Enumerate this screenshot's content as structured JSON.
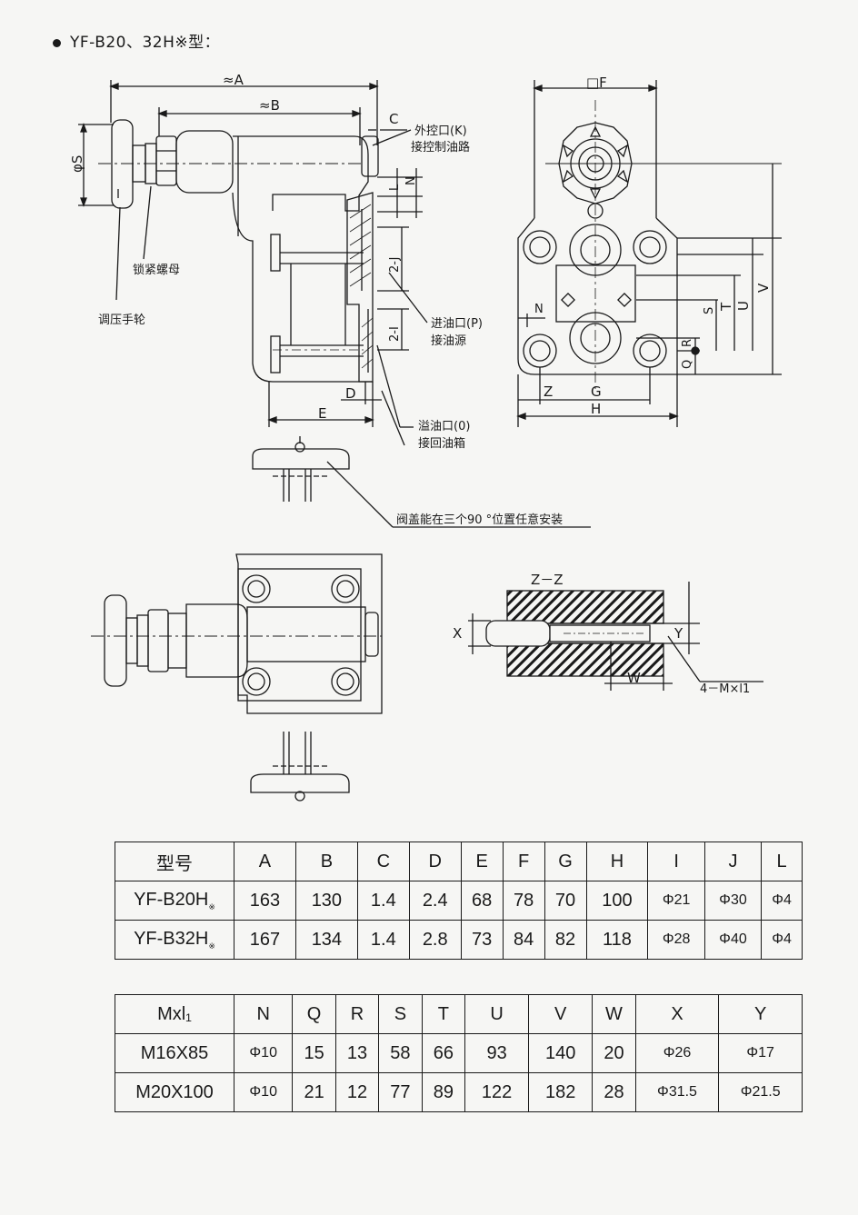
{
  "title": "YF-B20、32H※型：",
  "labels": {
    "A": "≈A",
    "B": "≈B",
    "C": "C",
    "phiS": "φS",
    "external_port": "外控口(K)",
    "external_port_sub": "接控制油路",
    "lock_nut": "锁紧螺母",
    "handwheel": "调压手轮",
    "inlet_port": "进油口(P)",
    "inlet_port_sub": "接油源",
    "overflow_port": "溢油口(0)",
    "overflow_port_sub": "接回油箱",
    "cover_note": "阀盖能在三个90 °位置任意安装",
    "D": "D",
    "E": "E",
    "L": "L",
    "N": "N",
    "J2": "2-J",
    "I2": "2-I",
    "F": "□F",
    "G": "G",
    "H": "H",
    "Z": "Z",
    "N2": "N",
    "S": "S",
    "T": "T",
    "U": "U",
    "V": "V",
    "R": "R",
    "Q": "Q",
    "section": "Z－Z",
    "X": "X",
    "Y": "Y",
    "W": "W",
    "bolt": "4－M×l1"
  },
  "table1": {
    "headers": [
      "型号",
      "A",
      "B",
      "C",
      "D",
      "E",
      "F",
      "G",
      "H",
      "I",
      "J",
      "L"
    ],
    "rows": [
      [
        "YF-B20H",
        "163",
        "130",
        "1.4",
        "2.4",
        "68",
        "78",
        "70",
        "100",
        "Φ21",
        "Φ30",
        "Φ4"
      ],
      [
        "YF-B32H",
        "167",
        "134",
        "1.4",
        "2.8",
        "73",
        "84",
        "82",
        "118",
        "Φ28",
        "Φ40",
        "Φ4"
      ]
    ],
    "model_mark": "※"
  },
  "table2": {
    "headers": [
      "Mxl₁",
      "N",
      "Q",
      "R",
      "S",
      "T",
      "U",
      "V",
      "W",
      "X",
      "Y"
    ],
    "rows": [
      [
        "M16X85",
        "Φ10",
        "15",
        "13",
        "58",
        "66",
        "93",
        "140",
        "20",
        "Φ26",
        "Φ17"
      ],
      [
        "M20X100",
        "Φ10",
        "21",
        "12",
        "77",
        "89",
        "122",
        "182",
        "28",
        "Φ31.5",
        "Φ21.5"
      ]
    ]
  }
}
